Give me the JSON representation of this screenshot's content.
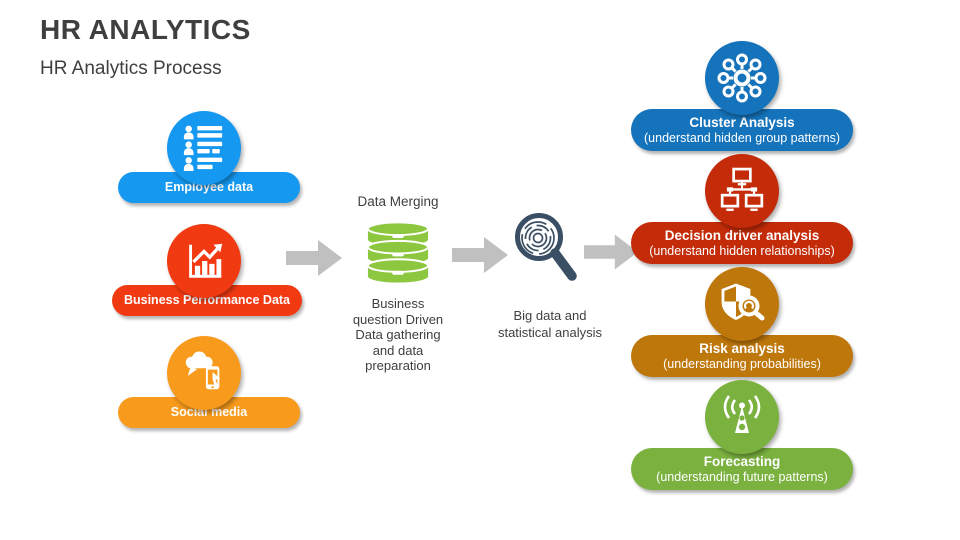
{
  "slide": {
    "title": "HR ANALYTICS",
    "subtitle": "HR Analytics Process"
  },
  "sources": [
    {
      "label": "Employee data",
      "color": "#1598F0",
      "icon": "employee-roster-icon"
    },
    {
      "label": "Business Performance Data",
      "color": "#F23A12",
      "icon": "bar-chart-growth-icon"
    },
    {
      "label": "Social media",
      "color": "#F89B1C",
      "icon": "speech-bubble-phone-icon"
    }
  ],
  "merge": {
    "title": "Data Merging",
    "db_color": "#8DC63F",
    "icon": "database-icon",
    "description_lines": [
      "Business",
      "question Driven",
      "Data gathering",
      "and data",
      "preparation"
    ]
  },
  "analysis": {
    "lines": [
      "Big data and",
      "statistical analysis"
    ],
    "icon": "fingerprint-magnifier-icon",
    "icon_color": "#3A4F63"
  },
  "outputs": [
    {
      "title": "Cluster Analysis",
      "subtitle": "(understand hidden group patterns)",
      "color": "#1573BB",
      "icon": "cluster-hub-icon"
    },
    {
      "title": "Decision driver analysis",
      "subtitle": "(understand hidden relationships)",
      "color": "#C32B09",
      "icon": "network-computers-icon"
    },
    {
      "title": "Risk analysis",
      "subtitle": "(understanding probabilities)",
      "color": "#BE770B",
      "icon": "shield-magnifier-icon"
    },
    {
      "title": "Forecasting",
      "subtitle": "(understanding future patterns)",
      "color": "#7AB13F",
      "icon": "antenna-signal-icon"
    }
  ],
  "arrows": {
    "color": "#C0C0C0"
  },
  "text_color": "#3F3F3F"
}
